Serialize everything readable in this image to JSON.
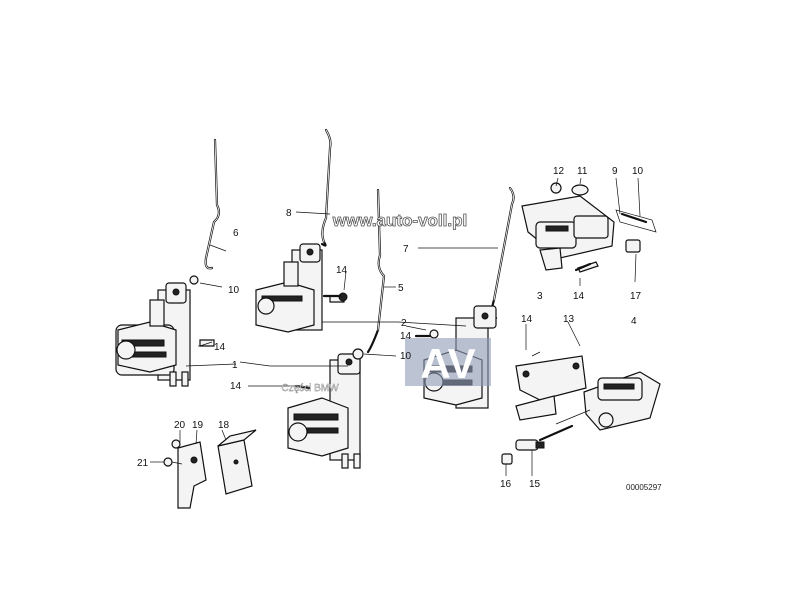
{
  "diagram": {
    "labels": {
      "l1": "1",
      "l2": "2",
      "l3": "3",
      "l4": "4",
      "l5": "5",
      "l6": "6",
      "l7": "7",
      "l8": "8",
      "l9": "9",
      "l10a": "10",
      "l10b": "10",
      "l10c": "10",
      "l11": "11",
      "l12": "12",
      "l13": "13",
      "l14a": "14",
      "l14b": "14",
      "l14c": "14",
      "l14d": "14",
      "l14e": "14",
      "l14f": "14",
      "l15": "15",
      "l16": "16",
      "l17": "17",
      "l18": "18",
      "l19": "19",
      "l20": "20",
      "l21": "21"
    },
    "watermark_url": "www.auto-voll.pl",
    "watermark_caption": "Części BMW",
    "logo_text": "AV",
    "reference_code": "00005297"
  }
}
